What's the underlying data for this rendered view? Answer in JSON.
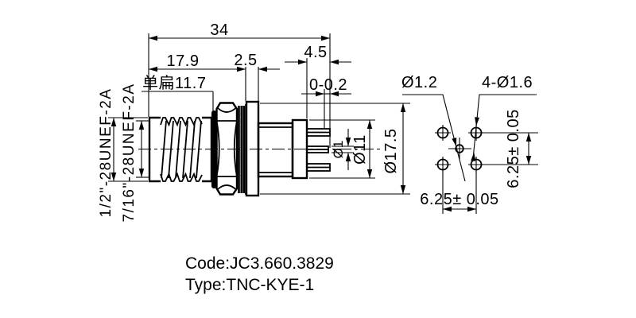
{
  "drawing": {
    "type": "engineering-drawing",
    "colors": {
      "line": "#000000",
      "background": "#ffffff"
    },
    "labels": {
      "overall_length": "34",
      "front_length": "17.9",
      "flange_thickness": "2.5",
      "rear_length": "4.5",
      "pin_tip_tolerance": "0-0.2",
      "flat_width": "单扁11.7",
      "coupling_thread": "1/2\"-28UNEF-2A",
      "mounting_thread": "7/16\"-28UNEF-2A",
      "pin_diameter": "Ø1",
      "insulator_diameter": "Ø11",
      "flange_diameter": "Ø17.5",
      "center_pin_diameter": "Ø1.2",
      "mounting_holes": "4-Ø1.6",
      "hole_pitch_horizontal": "6.25± 0.05",
      "hole_pitch_vertical": "6.25± 0.05"
    },
    "title_block": {
      "code": "Code:JC3.660.3829",
      "type": "Type:TNC-KYE-1"
    }
  }
}
